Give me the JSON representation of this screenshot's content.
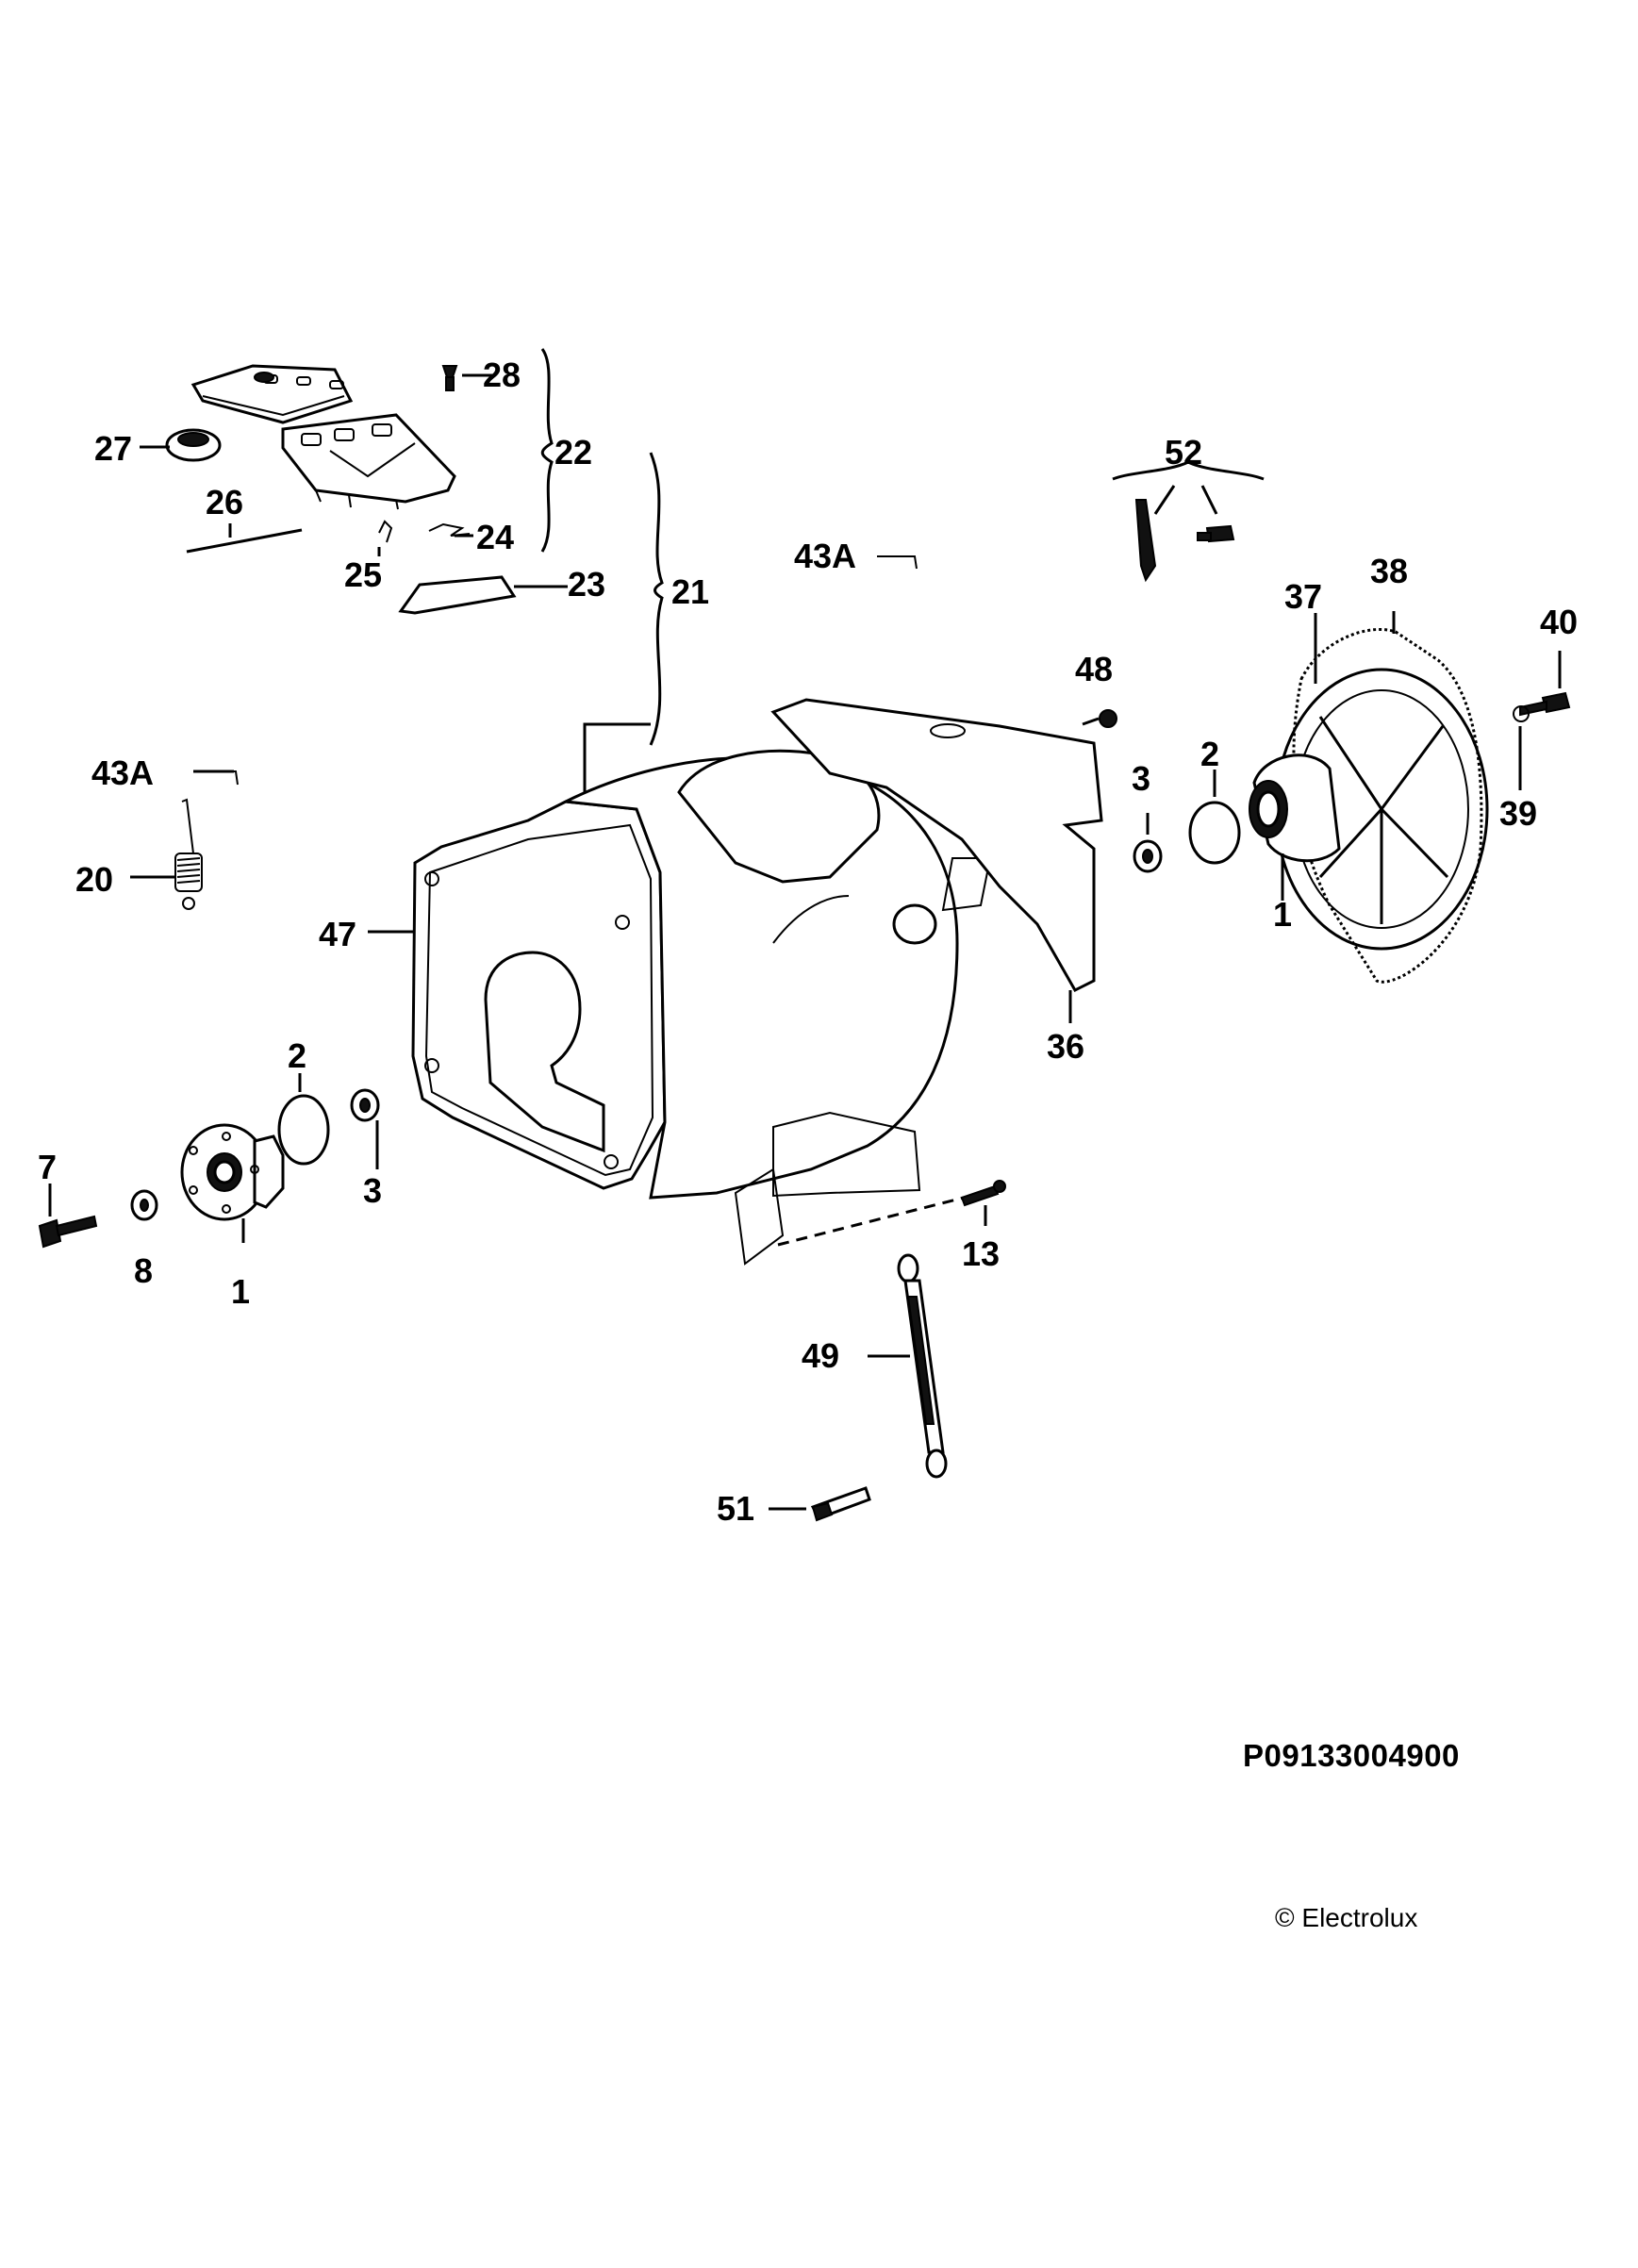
{
  "labels": {
    "l28": "28",
    "l22": "22",
    "l27": "27",
    "l26": "26",
    "l24": "24",
    "l25": "25",
    "l23": "23",
    "l21": "21",
    "l43a_top": "43A",
    "l43a_left": "43A",
    "l20": "20",
    "l47": "47",
    "l52": "52",
    "l48": "48",
    "l3_right": "3",
    "l2_right": "2",
    "l37": "37",
    "l38": "38",
    "l40": "40",
    "l39": "39",
    "l1_right": "1",
    "l36": "36",
    "l2_left": "2",
    "l3_left": "3",
    "l7": "7",
    "l8": "8",
    "l1_left": "1",
    "l13": "13",
    "l49": "49",
    "l51": "51"
  },
  "footer": {
    "code": "P09133004900",
    "copyright": "© Electrolux"
  }
}
